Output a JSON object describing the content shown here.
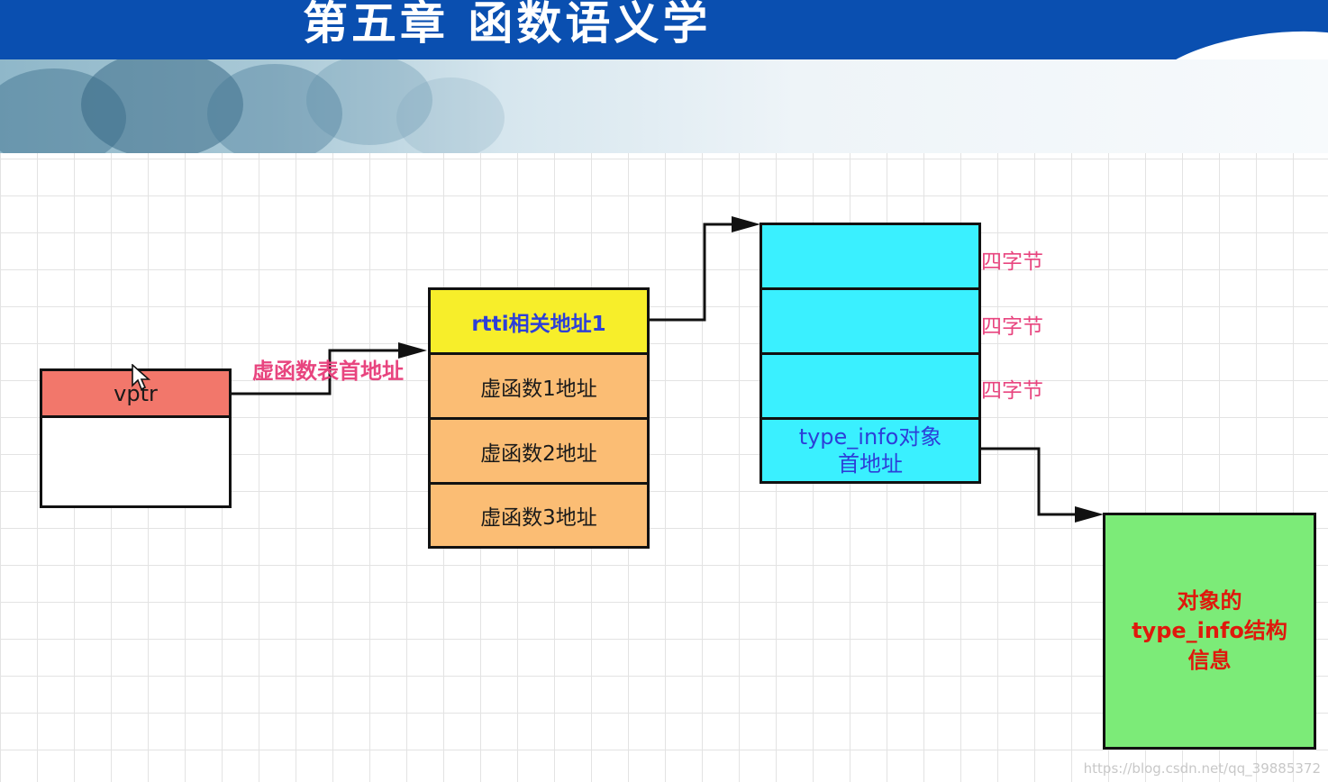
{
  "header": {
    "title": "第五章 函数语义学"
  },
  "vptr": {
    "label": "vptr"
  },
  "vtable_pointer_label": "虚函数表首地址",
  "vtable": {
    "cells": [
      {
        "label": "rtti相关地址1"
      },
      {
        "label": "虚函数1地址"
      },
      {
        "label": "虚函数2地址"
      },
      {
        "label": "虚函数3地址"
      }
    ]
  },
  "rtti": {
    "byte_labels": [
      "四字节",
      "四字节",
      "四字节"
    ],
    "type_info_line1": "type_info对象",
    "type_info_line2": "首地址"
  },
  "type_info_struct": {
    "line1": "对象的",
    "line2": "type_info结构",
    "line3": "信息"
  },
  "watermark": "https://blog.csdn.net/qq_39885372",
  "colors": {
    "header_blue": "#0a4fb0",
    "vptr_red": "#f2776b",
    "rtti_yellow": "#f7ee2a",
    "vfunc_orange": "#fbbd74",
    "rtti_cyan": "#3af0ff",
    "struct_green": "#7ceb78",
    "pink_label": "#e8457f",
    "blue_text": "#2d3fd8",
    "red_text": "#e0180c"
  }
}
